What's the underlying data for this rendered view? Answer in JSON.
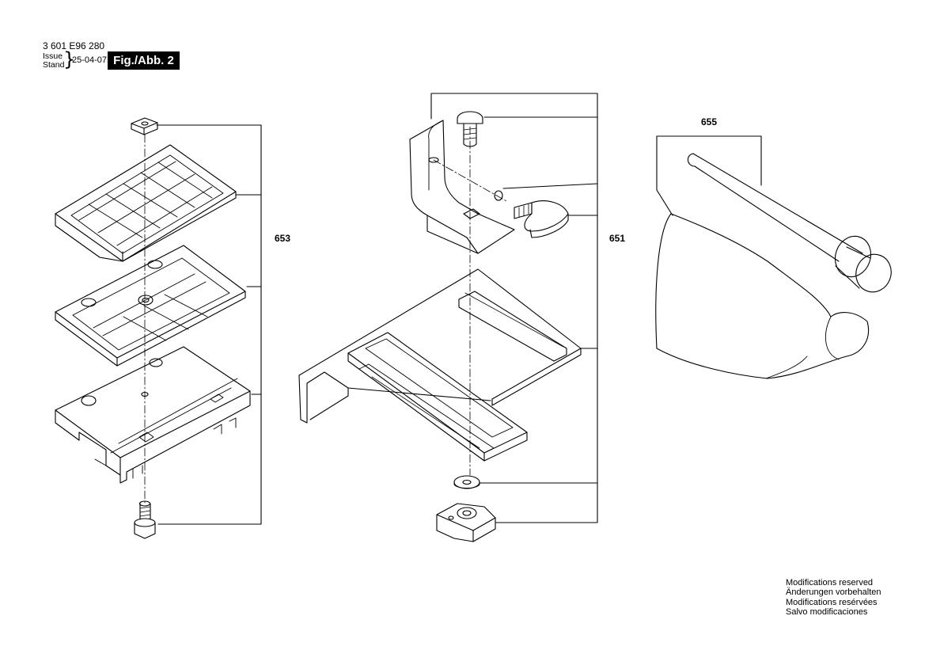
{
  "header": {
    "part_number": "3 601 E96 280",
    "issue_label": "Issue",
    "stand_label": "Stand",
    "date": "25-04-07",
    "figure_label": "Fig./Abb. 2"
  },
  "callouts": {
    "left_group": "653",
    "center_group": "651",
    "right_group": "655"
  },
  "notes": [
    "Modifications reserved",
    "Änderungen vorbehalten",
    "Modifications resérvées",
    "Salvo modificaciones"
  ],
  "colors": {
    "line": "#000000",
    "background": "#ffffff",
    "label_box": "#000000",
    "label_text": "#ffffff"
  }
}
